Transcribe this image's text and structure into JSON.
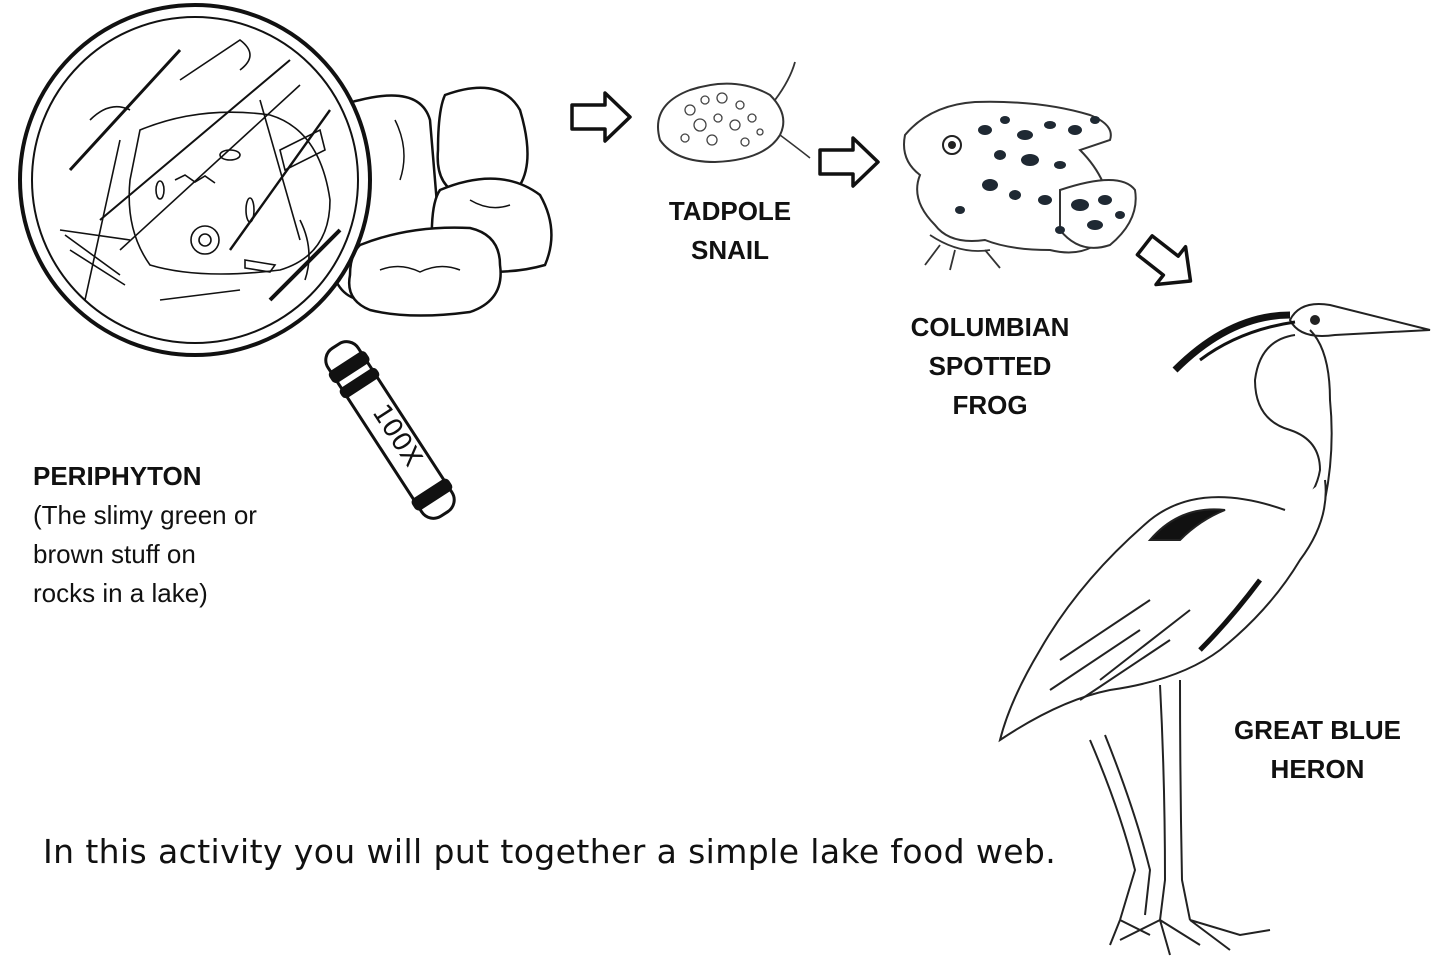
{
  "organisms": {
    "periphyton": {
      "name": "PERIPHYTON",
      "description_lines": [
        "(The slimy green or",
        "brown stuff on",
        "rocks in a lake)"
      ],
      "magnifier_label": "100X"
    },
    "snail": {
      "name_lines": [
        "TADPOLE",
        "SNAIL"
      ]
    },
    "frog": {
      "name_lines": [
        "COLUMBIAN",
        "SPOTTED",
        "FROG"
      ]
    },
    "heron": {
      "name_lines": [
        "GREAT BLUE",
        "HERON"
      ]
    }
  },
  "arrows": [
    "periphyton-to-snail",
    "snail-to-frog",
    "frog-to-heron"
  ],
  "intro_text": "In this activity you will put together a simple lake food web.",
  "colors": {
    "ink": "#111111",
    "background": "#ffffff"
  }
}
